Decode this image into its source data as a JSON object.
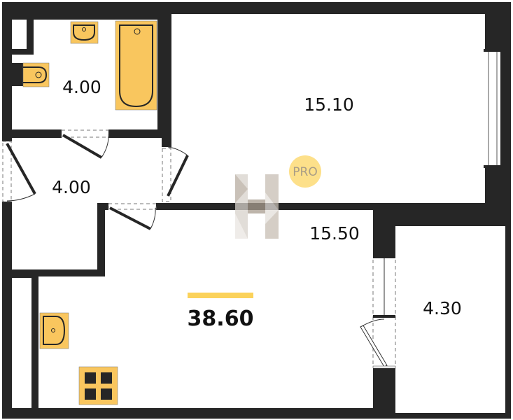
{
  "rooms": {
    "bathroom": {
      "area": "4.00"
    },
    "hallway": {
      "area": "4.00"
    },
    "bedroom": {
      "area": "15.10"
    },
    "kitchen_living": {
      "area": "15.50"
    },
    "balcony": {
      "area": "4.30"
    }
  },
  "total_area": "38.60",
  "logo": {
    "badge": "PRO",
    "letter": "H"
  },
  "colors": {
    "wall": "#262626",
    "fixture": "#f9c65e",
    "accent_bar": "#fbd25a",
    "badge": "#fde08a"
  }
}
